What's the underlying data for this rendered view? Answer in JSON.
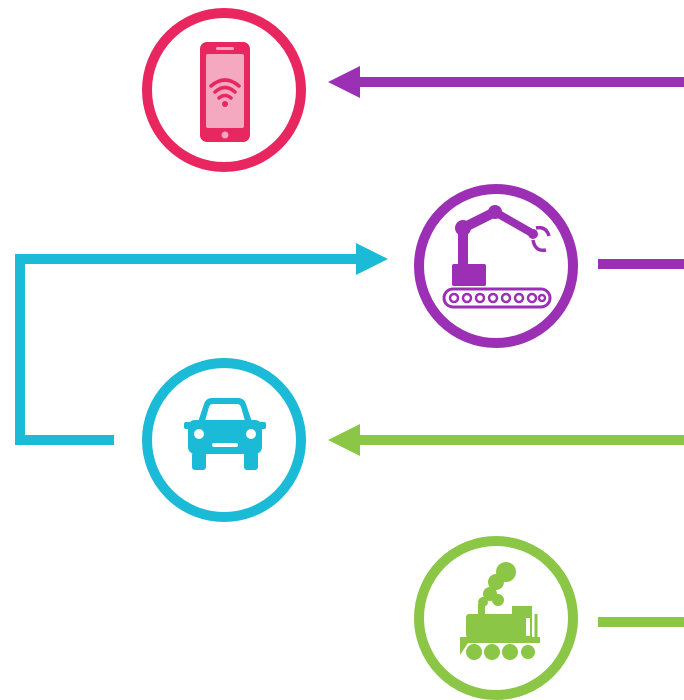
{
  "colors": {
    "pink": "#e8265f",
    "purple": "#9b30b5",
    "cyan": "#1bbad6",
    "green": "#8cc646",
    "background": "#ffffff"
  },
  "nodes": [
    {
      "id": "smartphone",
      "icon": "smartphone-wifi-icon",
      "color": "pink"
    },
    {
      "id": "robot-arm",
      "icon": "robot-arm-conveyor-icon",
      "color": "purple"
    },
    {
      "id": "car",
      "icon": "car-icon",
      "color": "cyan"
    },
    {
      "id": "train",
      "icon": "steam-locomotive-icon",
      "color": "green"
    }
  ],
  "connectors": [
    {
      "from": "right-edge",
      "to": "smartphone",
      "color": "purple",
      "arrowhead": true
    },
    {
      "from": "robot-arm",
      "to": "right-edge",
      "color": "purple",
      "arrowhead": false
    },
    {
      "from": "car",
      "to": "robot-arm",
      "color": "cyan",
      "arrowhead": true
    },
    {
      "from": "right-edge",
      "to": "car",
      "color": "green",
      "arrowhead": true
    },
    {
      "from": "train",
      "to": "right-edge",
      "color": "green",
      "arrowhead": false
    }
  ]
}
